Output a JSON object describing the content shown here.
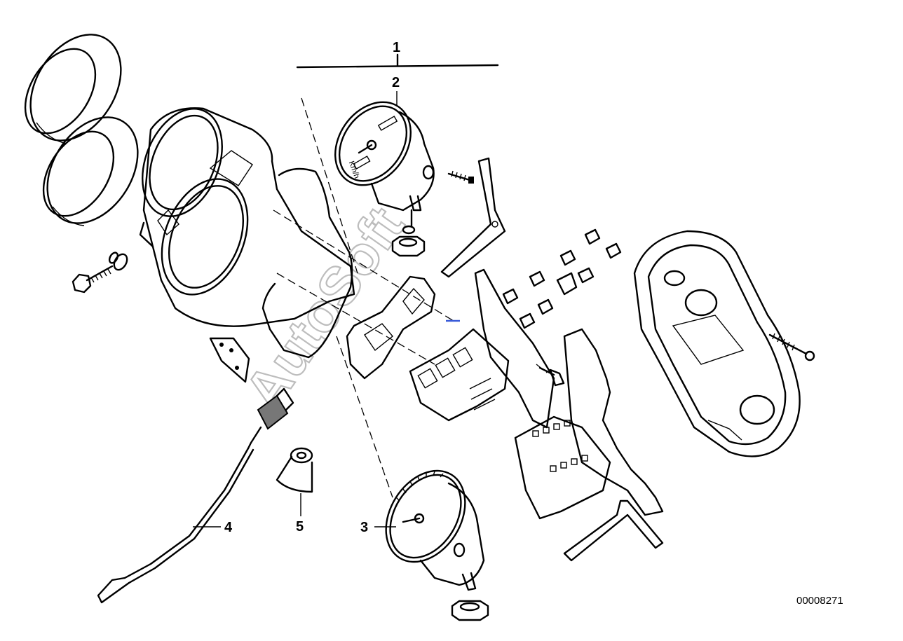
{
  "callouts": {
    "item_1": "1",
    "item_2": "2",
    "item_3": "3",
    "item_4": "4",
    "item_5": "5"
  },
  "speedometer_face": {
    "unit_text": "Km/h"
  },
  "diagram_id": "00008271",
  "watermark": "AutoSoft"
}
